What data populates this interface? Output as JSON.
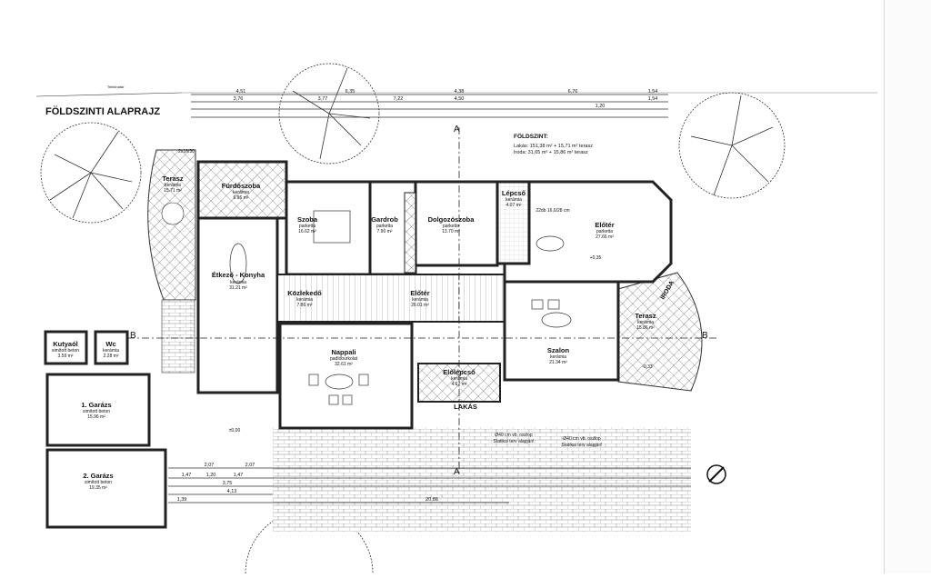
{
  "title": "FÖLDSZINTI   ALAPRAJZ",
  "top_note": "Telekhatár",
  "summary": {
    "heading": "FÖLDSZINT:",
    "line1": "Lakás: 151,38 m² + 15,71 m² terasz",
    "line2": "Iroda:   31,65 m² + 15,86 m² terasz"
  },
  "rooms": [
    {
      "name": "Terasz",
      "floor": "kerámia",
      "area": "15.71 m²"
    },
    {
      "name": "Fürdőszoba",
      "floor": "kerámia",
      "area": "6.96 m²"
    },
    {
      "name": "Étkező - Konyha",
      "floor": "kerámia",
      "area": "31.21 m²"
    },
    {
      "name": "Szoba",
      "floor": "parketta",
      "area": "16.62 m²"
    },
    {
      "name": "Gardrob",
      "floor": "parketta",
      "area": "7.90 m²"
    },
    {
      "name": "Dolgozószoba",
      "floor": "parketta",
      "area": "13.70 m²"
    },
    {
      "name": "Közlekedő",
      "floor": "kerámia",
      "area": "7.86 m²"
    },
    {
      "name": "Előtér",
      "floor": "kerámia",
      "area": "26.01 m²"
    },
    {
      "name": "Lépcső",
      "floor": "kerámia",
      "area": "4.07 m²"
    },
    {
      "name": "Előtér",
      "floor": "parketta",
      "area": "27.66 m²"
    },
    {
      "name": "Szalon",
      "floor": "kerámia",
      "area": "21.34 m²"
    },
    {
      "name": "Terasz",
      "floor": "kerámia",
      "area": "15.86 m²"
    },
    {
      "name": "Nappali",
      "floor": "padlóburkolat",
      "area": "32.61 m²"
    },
    {
      "name": "Előlépcső",
      "floor": "kerámia",
      "area": "4.67 m²"
    },
    {
      "name": "Kutyaól",
      "floor": "simított beton",
      "area": "3.59 m²"
    },
    {
      "name": "Wc",
      "floor": "kerámia",
      "area": "2.28 m²"
    },
    {
      "name": "1. Garázs",
      "floor": "simított beton",
      "area": "15.96 m²"
    },
    {
      "name": "2. Garázs",
      "floor": "simított beton",
      "area": "19.35 m²"
    }
  ],
  "zone_labels": {
    "iroda": "IRODA",
    "lakas": "LAKÁS",
    "section_a": "A",
    "section_b": "B"
  },
  "notes": {
    "column1": "Ø40 cm vb. oszlop",
    "column2": "Ø40 cm vb. oszlop",
    "static": "Statikai terv alapján!",
    "static2": "Statikai terv alapján!",
    "stair1": "2x16/30",
    "stair2": "22db 16,6/28 cm",
    "level0": "±0,00",
    "level1": "+0,35",
    "level2": "-0,33"
  },
  "dimensions_top": [
    "4,51",
    "6,35",
    "4,38",
    "6,76",
    "1,54"
  ],
  "dimensions_row2": [
    "3,76",
    "3,77",
    "7,22",
    "4,50",
    "1,20",
    "1,54"
  ],
  "dimensions_bottom": [
    "2,07",
    "2,07",
    "1,47",
    "1,20",
    "1,47",
    "3,75",
    "4,13",
    "1,39",
    "20,86"
  ]
}
